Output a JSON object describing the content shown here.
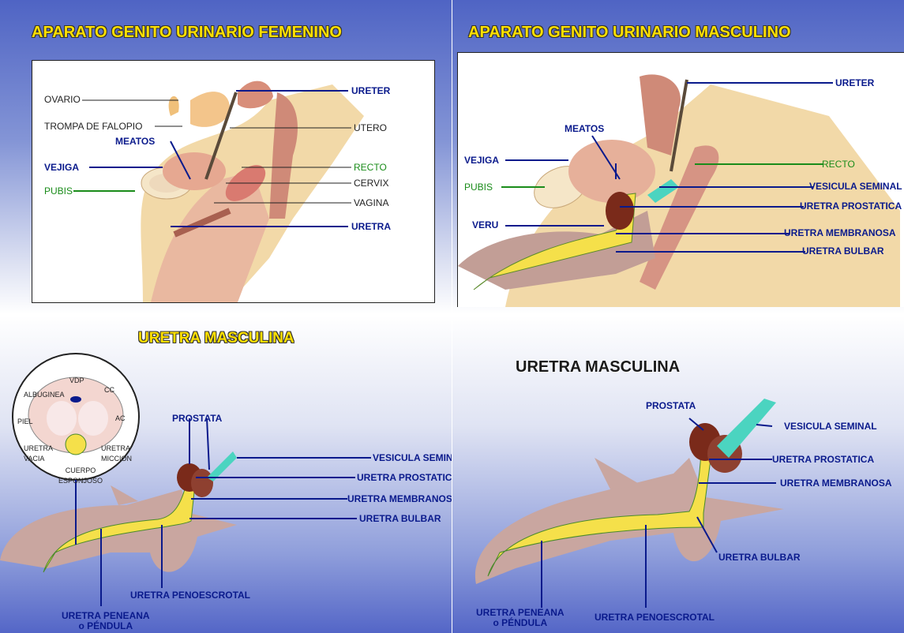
{
  "panel_tl": {
    "title": "APARATO GENITO URINARIO FEMENINO",
    "labels": {
      "ovario": "OVARIO",
      "trompa": "TROMPA DE FALOPIO",
      "meatos": "MEATOS",
      "vejiga": "VEJIGA",
      "pubis": "PUBIS",
      "ureter": "URETER",
      "utero": "UTERO",
      "recto": "RECTO",
      "cervix": "CERVIX",
      "vagina": "VAGINA",
      "uretra": "URETRA"
    }
  },
  "panel_tr": {
    "title": "APARATO GENITO URINARIO MASCULINO",
    "labels": {
      "ureter": "URETER",
      "meatos": "MEATOS",
      "vejiga": "VEJIGA",
      "recto": "RECTO",
      "pubis": "PUBIS",
      "vesicula": "VESICULA SEMINAL",
      "prostatica": "URETRA PROSTATICA",
      "veru": "VERU",
      "membranosa": "URETRA MEMBRANOSA",
      "bulbar": "URETRA BULBAR"
    }
  },
  "panel_bl": {
    "title": "URETRA MASCULINA",
    "inset": {
      "vdp": "VDP",
      "albuginea": "ALBUGINEA",
      "cc": "CC",
      "piel": "PIEL",
      "ac": "AC",
      "uretra_vacia_1": "URETRA",
      "uretra_vacia_2": "VACIA",
      "uretra_miccion_1": "URETRA",
      "uretra_miccion_2": "MICCION",
      "cuerpo_1": "CUERPO",
      "cuerpo_2": "ESPONJOSO"
    },
    "labels": {
      "prostata": "PROSTATA",
      "vesicula": "VESICULA SEMINAL",
      "prostatica": "URETRA PROSTATICA",
      "membranosa": "URETRA MEMBRANOSA",
      "bulbar": "URETRA BULBAR",
      "penoescrotal": "URETRA PENOESCROTAL",
      "peneana_1": "URETRA PENEANA",
      "peneana_2": "o PÉNDULA"
    }
  },
  "panel_br": {
    "title": "URETRA MASCULINA",
    "labels": {
      "prostata": "PROSTATA",
      "vesicula": "VESICULA SEMINAL",
      "prostatica": "URETRA PROSTATICA",
      "membranosa": "URETRA MEMBRANOSA",
      "bulbar": "URETRA BULBAR",
      "penoescrotal": "URETRA PENOESCROTAL",
      "peneana_1": "URETRA PENEANA",
      "peneana_2": "o PÉNDULA"
    }
  },
  "colors": {
    "label_blue": "#0a1a8c",
    "label_green": "#1a8c1a",
    "title_yellow": "#ffe000",
    "urethra_yellow": "#f5e04a",
    "prostate_brown": "#7a2a1a",
    "penis_skin": "#b89890"
  }
}
